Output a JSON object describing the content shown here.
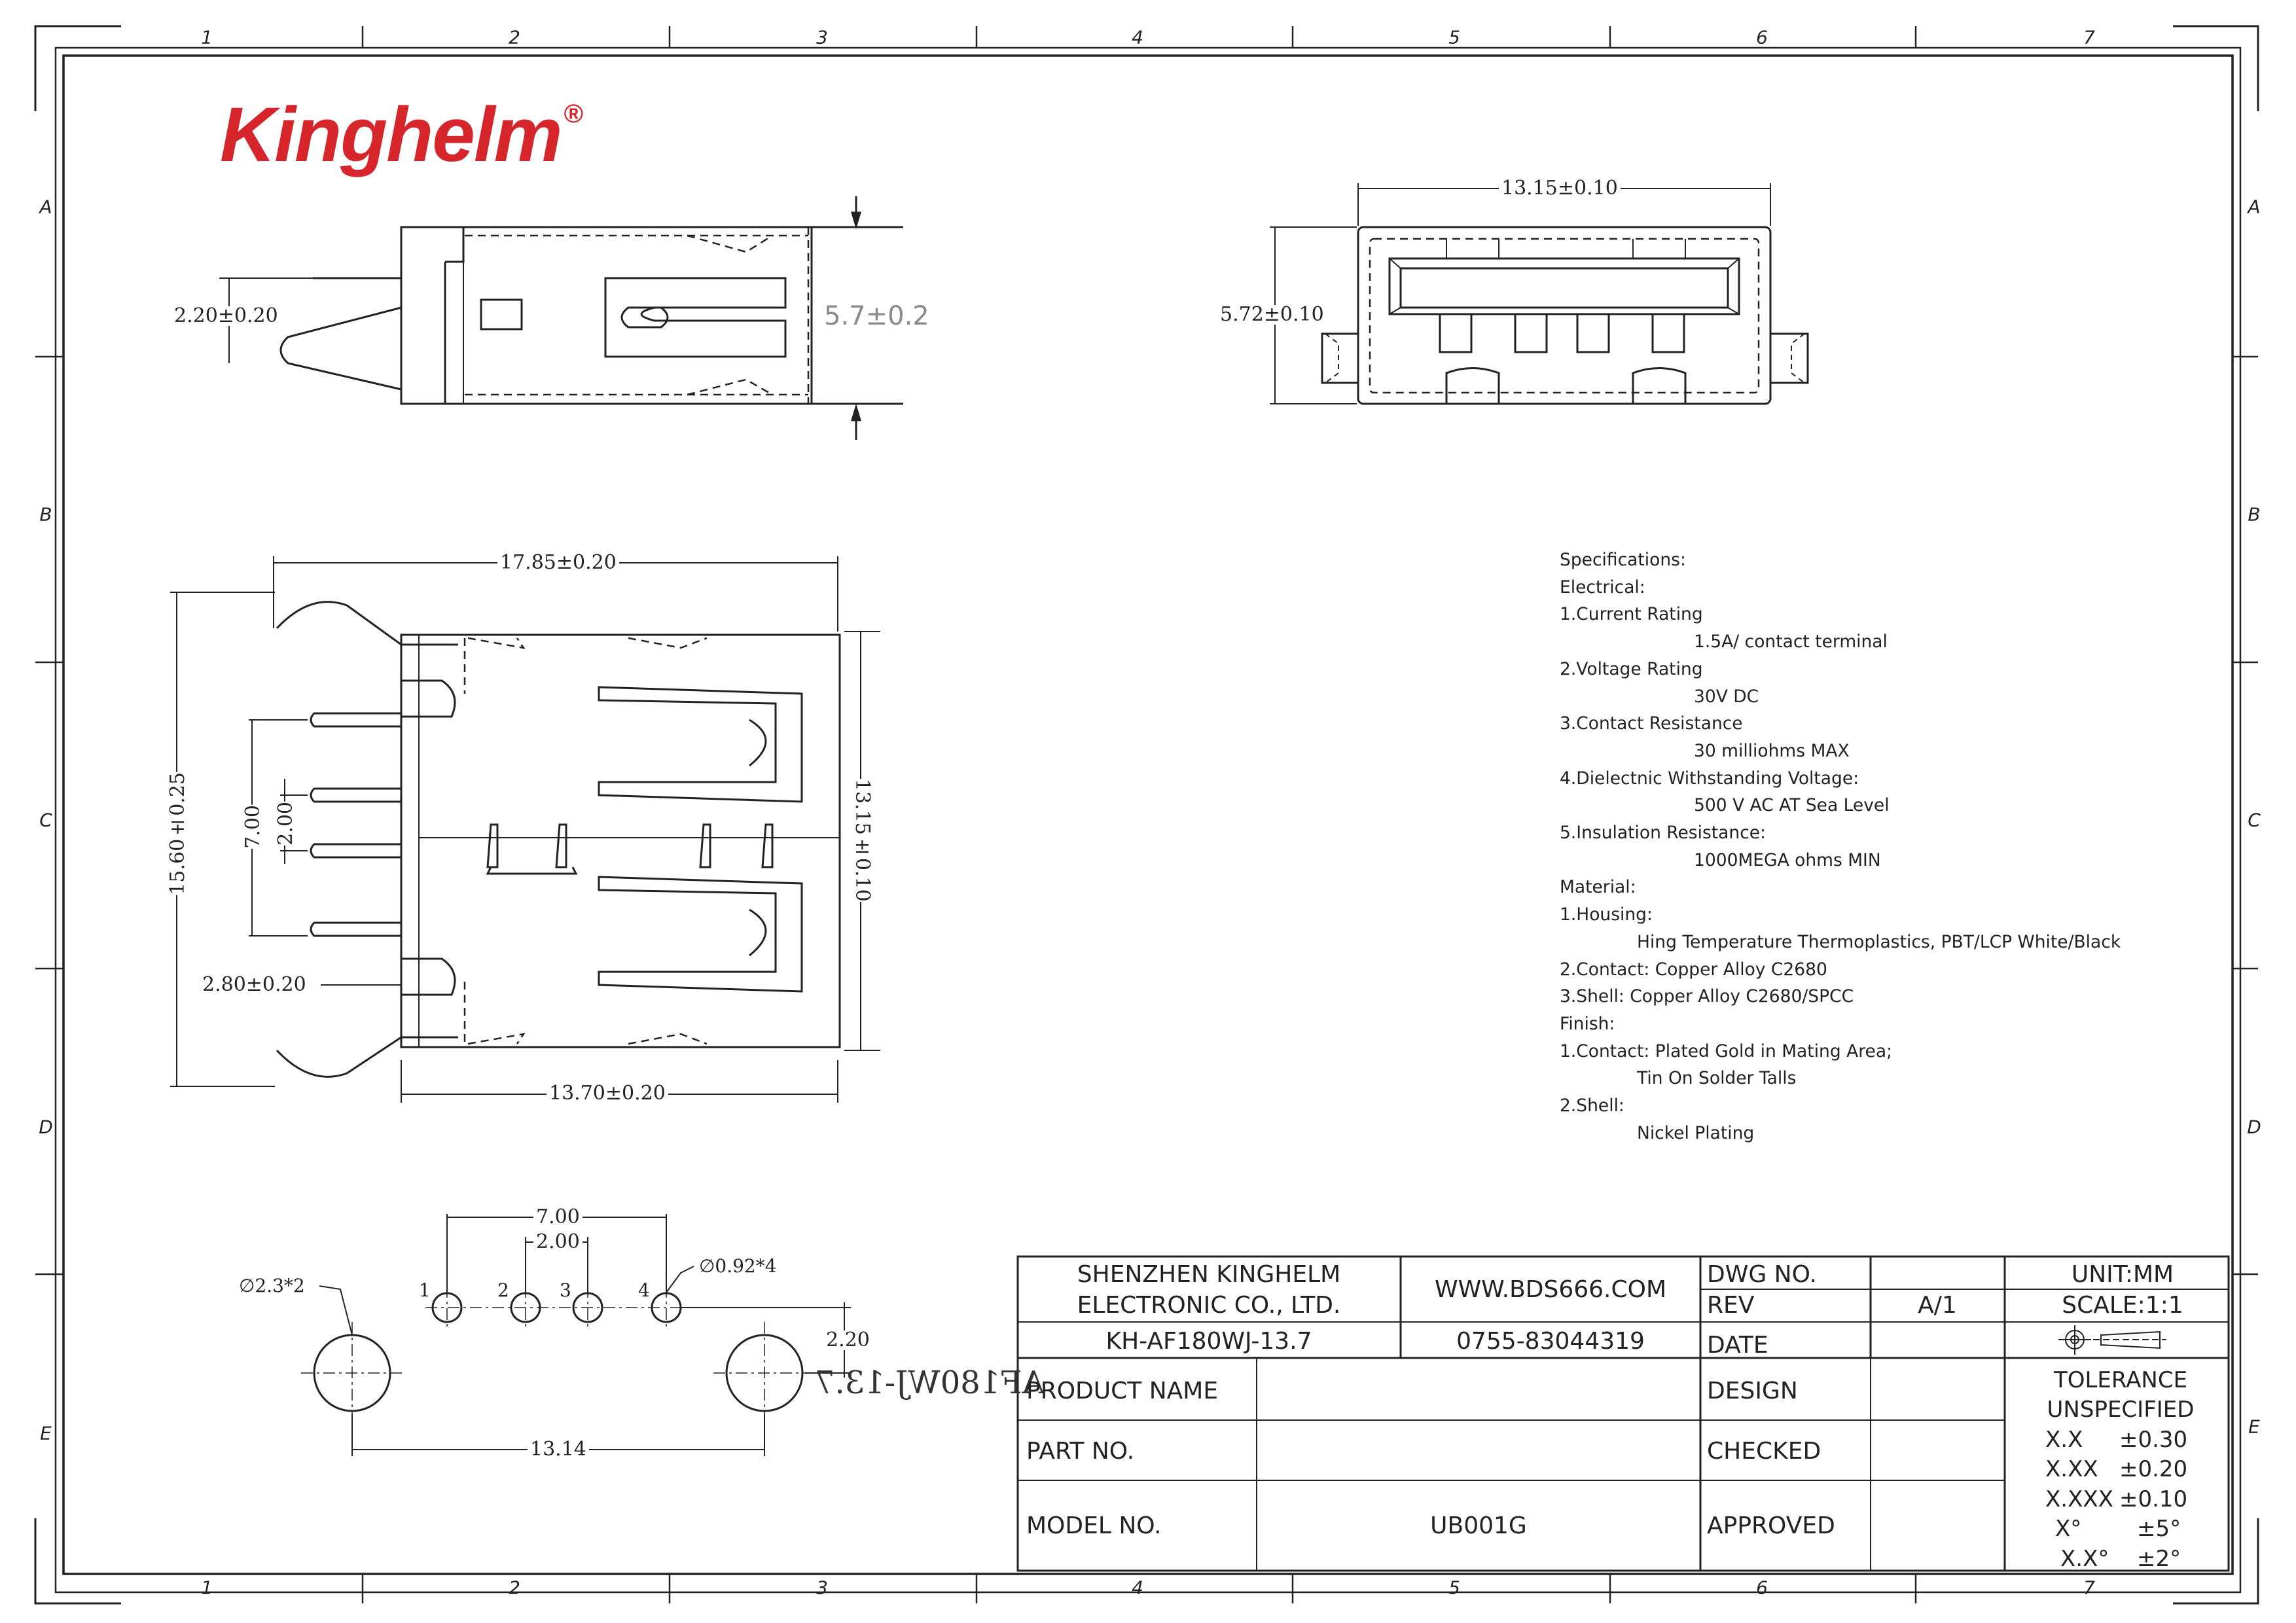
{
  "logo": {
    "text": "Kinghelm",
    "registered": "®",
    "color": "#d6262b"
  },
  "zones": {
    "columns": [
      "1",
      "2",
      "3",
      "4",
      "5",
      "6",
      "7"
    ],
    "rows": [
      "A",
      "B",
      "C",
      "D",
      "E"
    ]
  },
  "dims": {
    "side_height": "2.20±0.20",
    "side_total": "5.7±0.2",
    "front_width": "13.15±0.10",
    "front_height": "5.72±0.10",
    "top_length": "17.85±0.20",
    "top_width": "15.60±0.25",
    "top_body": "13.15±0.10",
    "pin_span": "7.00",
    "pin_pitch": "2.00",
    "tab_offset": "2.80±0.20",
    "body_length": "13.70±0.20"
  },
  "footprint": {
    "pitch_total": "7.00",
    "pitch": "2.00",
    "big_hole": "∅2.3*2",
    "small_hole": "∅0.92*4",
    "offset": "2.20",
    "span": "13.14",
    "pin_labels": [
      "1",
      "2",
      "3",
      "4"
    ],
    "mirrored_text": "AF180WJ-13.7"
  },
  "specs": [
    {
      "text": "Specifications:",
      "indent": 0
    },
    {
      "text": "Electrical:",
      "indent": 0
    },
    {
      "text": "1.Current Rating",
      "indent": 0
    },
    {
      "text": "1.5A/ contact terminal",
      "indent": 1
    },
    {
      "text": "2.Voltage Rating",
      "indent": 0
    },
    {
      "text": "30V DC",
      "indent": 1
    },
    {
      "text": "3.Contact Resistance",
      "indent": 0
    },
    {
      "text": "30 milliohms MAX",
      "indent": 1
    },
    {
      "text": "4.Dielectnic Withstanding Voltage:",
      "indent": 0
    },
    {
      "text": "500 V AC AT Sea Level",
      "indent": 1
    },
    {
      "text": "5.Insulation Resistance:",
      "indent": 0
    },
    {
      "text": "1000MEGA ohms MIN",
      "indent": 1
    },
    {
      "text": "Material:",
      "indent": 0
    },
    {
      "text": "1.Housing:",
      "indent": 0
    },
    {
      "text": "Hing Temperature    Thermoplastics, PBT/LCP White/Black",
      "indent": 2
    },
    {
      "text": "2.Contact: Copper Alloy C2680",
      "indent": 0
    },
    {
      "text": "3.Shell: Copper Alloy C2680/SPCC",
      "indent": 0
    },
    {
      "text": "Finish:",
      "indent": 0
    },
    {
      "text": "1.Contact: Plated Gold in Mating Area;",
      "indent": 0
    },
    {
      "text": "Tin On Solder Talls",
      "indent": 2
    },
    {
      "text": "2.Shell:",
      "indent": 0
    },
    {
      "text": "Nickel Plating",
      "indent": 2
    }
  ],
  "titleblock": {
    "company_line1": "SHENZHEN KINGHELM",
    "company_line2": "ELECTRONIC CO., LTD.",
    "part_code": "KH-AF180WJ-13.7",
    "website": "WWW.BDS666.COM",
    "phone": "0755-83044319",
    "dwg_no_label": "DWG NO.",
    "rev_label": "REV",
    "rev_value": "A/1",
    "date_label": "DATE",
    "unit": "UNIT:MM",
    "scale": "SCALE:1:1",
    "product_name_label": "PRODUCT NAME",
    "part_no_label": "PART NO.",
    "model_no_label": "MODEL NO.",
    "model_no_value": "UB001G",
    "design_label": "DESIGN",
    "checked_label": "CHECKED",
    "approved_label": "APPROVED",
    "tolerance_title1": "TOLERANCE",
    "tolerance_title2": "UNSPECIFIED",
    "tolerances": [
      {
        "key": "X.X",
        "val": "±0.30"
      },
      {
        "key": "X.XX",
        "val": "±0.20"
      },
      {
        "key": "X.XXX",
        "val": "±0.10"
      },
      {
        "key": "X°",
        "val": "±5°"
      },
      {
        "key": "X.X°",
        "val": "±2°"
      }
    ]
  }
}
